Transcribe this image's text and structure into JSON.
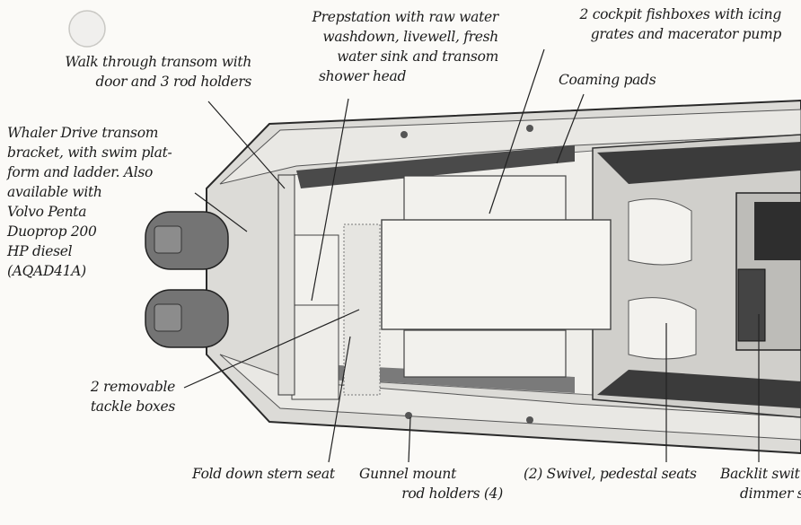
{
  "labels": {
    "walk_through": [
      "Walk through transom with",
      "door and 3 rod holders"
    ],
    "prepstation": [
      "Prepstation with raw water",
      "washdown, livewell, fresh",
      "water sink and transom",
      "shower head"
    ],
    "fishboxes": [
      "2 cockpit fishboxes with icing",
      "grates and macerator pump"
    ],
    "coaming": [
      "Coaming pads"
    ],
    "whaler_drive": [
      "Whaler Drive transom",
      "bracket, with swim plat-",
      "form and ladder. Also",
      "available with",
      "Volvo Penta",
      "Duoprop 200",
      "HP diesel",
      "(AQAD41A)"
    ],
    "tackle": [
      "2 removable",
      "tackle boxes"
    ],
    "stern_seat": [
      "Fold down stern seat"
    ],
    "gunnel": [
      "Gunnel mount",
      "rod holders (4)"
    ],
    "swivel": [
      "(2) Swivel, pedestal seats"
    ],
    "backlit": [
      "Backlit swit",
      "dimmer s"
    ]
  },
  "colors": {
    "ink": "#1c1c1c",
    "hull": "#d9d8d4",
    "deck": "#ecebe7",
    "shadow": "#3a3a3a",
    "engine": "#6f6f6f"
  }
}
